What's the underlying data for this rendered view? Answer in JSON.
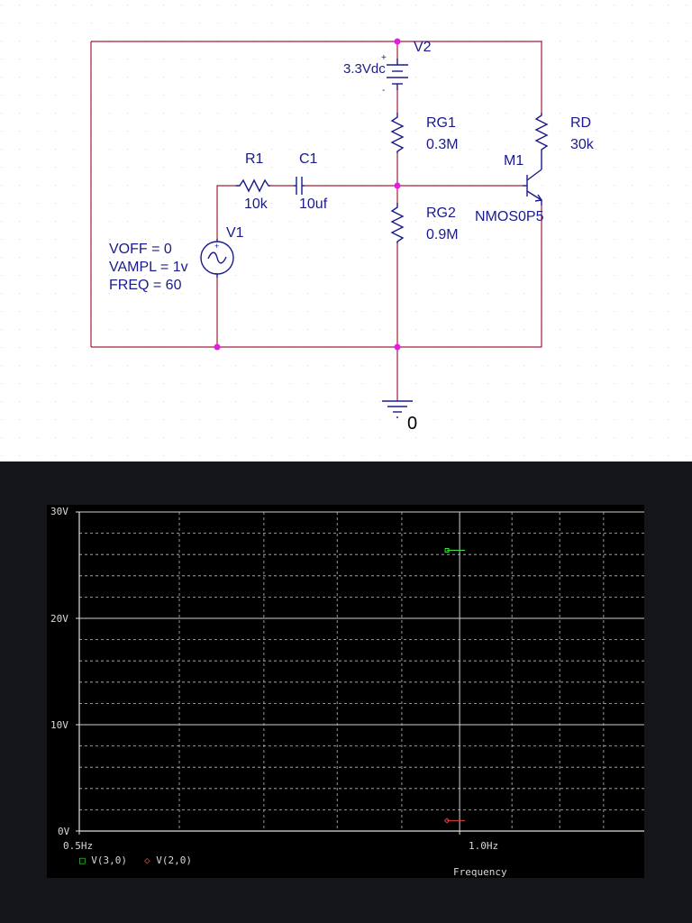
{
  "schematic": {
    "components": {
      "v2": {
        "ref": "V2",
        "value": "3.3Vdc",
        "plus": "+",
        "minus": "-"
      },
      "rg1": {
        "ref": "RG1",
        "value": "0.3M"
      },
      "rg2": {
        "ref": "RG2",
        "value": "0.9M"
      },
      "rd": {
        "ref": "RD",
        "value": "30k"
      },
      "m1": {
        "ref": "M1",
        "model": "NMOS0P5"
      },
      "r1": {
        "ref": "R1",
        "value": "10k"
      },
      "c1": {
        "ref": "C1",
        "value": "10uf"
      },
      "v1": {
        "ref": "V1",
        "voff": "VOFF = 0",
        "vampl": "VAMPL = 1v",
        "freq": "FREQ = 60",
        "plus": "+",
        "minus": "-"
      },
      "gnd": {
        "label": "0"
      }
    },
    "colors": {
      "wire": "#a0203a",
      "part": "#1a1a8c",
      "node": "#e020e0"
    }
  },
  "probe": {
    "y_ticks": [
      "30V",
      "20V",
      "10V",
      "0V"
    ],
    "x_ticks": [
      "0.5Hz",
      "1.0Hz"
    ],
    "x_label": "Frequency",
    "legend": [
      {
        "marker": "□",
        "label": "V(3,0)",
        "color": "#40e040"
      },
      {
        "marker": "◇",
        "label": "V(2,0)",
        "color": "#e04040"
      }
    ],
    "chart_data": {
      "type": "scatter",
      "x_scale": "log",
      "xlim": [
        0.5,
        1.4
      ],
      "ylim": [
        0,
        30
      ],
      "series": [
        {
          "name": "V(3,0)",
          "color": "#40e040",
          "marker": "square",
          "points": [
            [
              1.0,
              26.4
            ]
          ]
        },
        {
          "name": "V(2,0)",
          "color": "#e04040",
          "marker": "diamond",
          "points": [
            [
              1.0,
              0.98
            ]
          ]
        }
      ]
    }
  }
}
